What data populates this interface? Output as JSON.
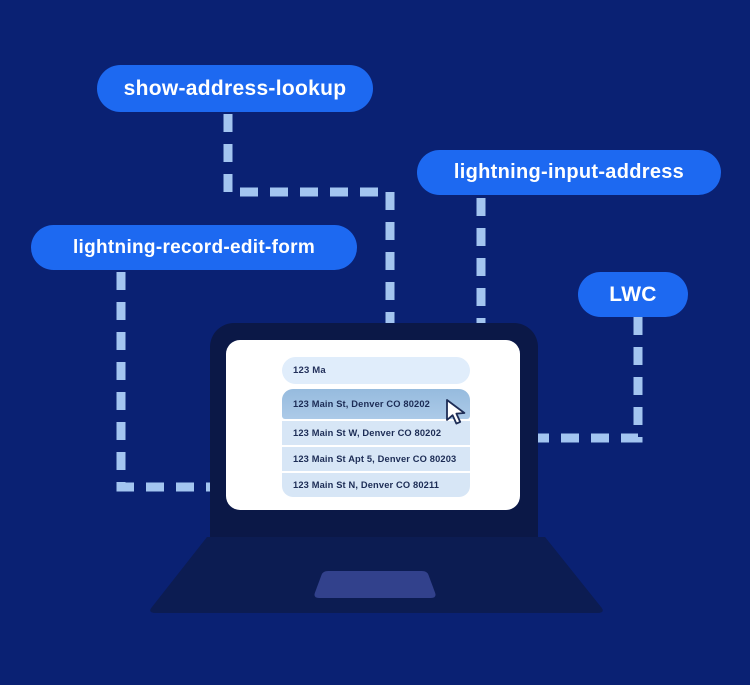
{
  "pills": [
    {
      "label": "show-address-lookup"
    },
    {
      "label": "lightning-input-address"
    },
    {
      "label": "lightning-record-edit-form"
    },
    {
      "label": "LWC"
    }
  ],
  "screen": {
    "input_value": "123 Ma",
    "suggestions": [
      {
        "text": "123 Main St, Denver CO 80202",
        "highlighted": true
      },
      {
        "text": "123 Main St W, Denver CO 80202",
        "highlighted": false
      },
      {
        "text": "123 Main St Apt 5, Denver CO 80203",
        "highlighted": false
      },
      {
        "text": "123 Main St N, Denver CO 80211",
        "highlighted": false
      }
    ]
  },
  "icons": {
    "cursor": "mouse-cursor-arrow"
  },
  "colors": {
    "background": "#0A2173",
    "pill_blue": "#1D69F1",
    "pill_text": "#FFFFFF",
    "dash_line": "#A3C5F0",
    "laptop_bezel": "#0B1847",
    "laptop_base": "#0C1C52",
    "trackpad": "#32418C",
    "screen_bg": "#FFFFFF",
    "input_bg": "#E0EDFB",
    "row_bg": "#D7E6F6",
    "row_highlight": "#9FC0E2",
    "screen_text": "#1C2C55"
  }
}
